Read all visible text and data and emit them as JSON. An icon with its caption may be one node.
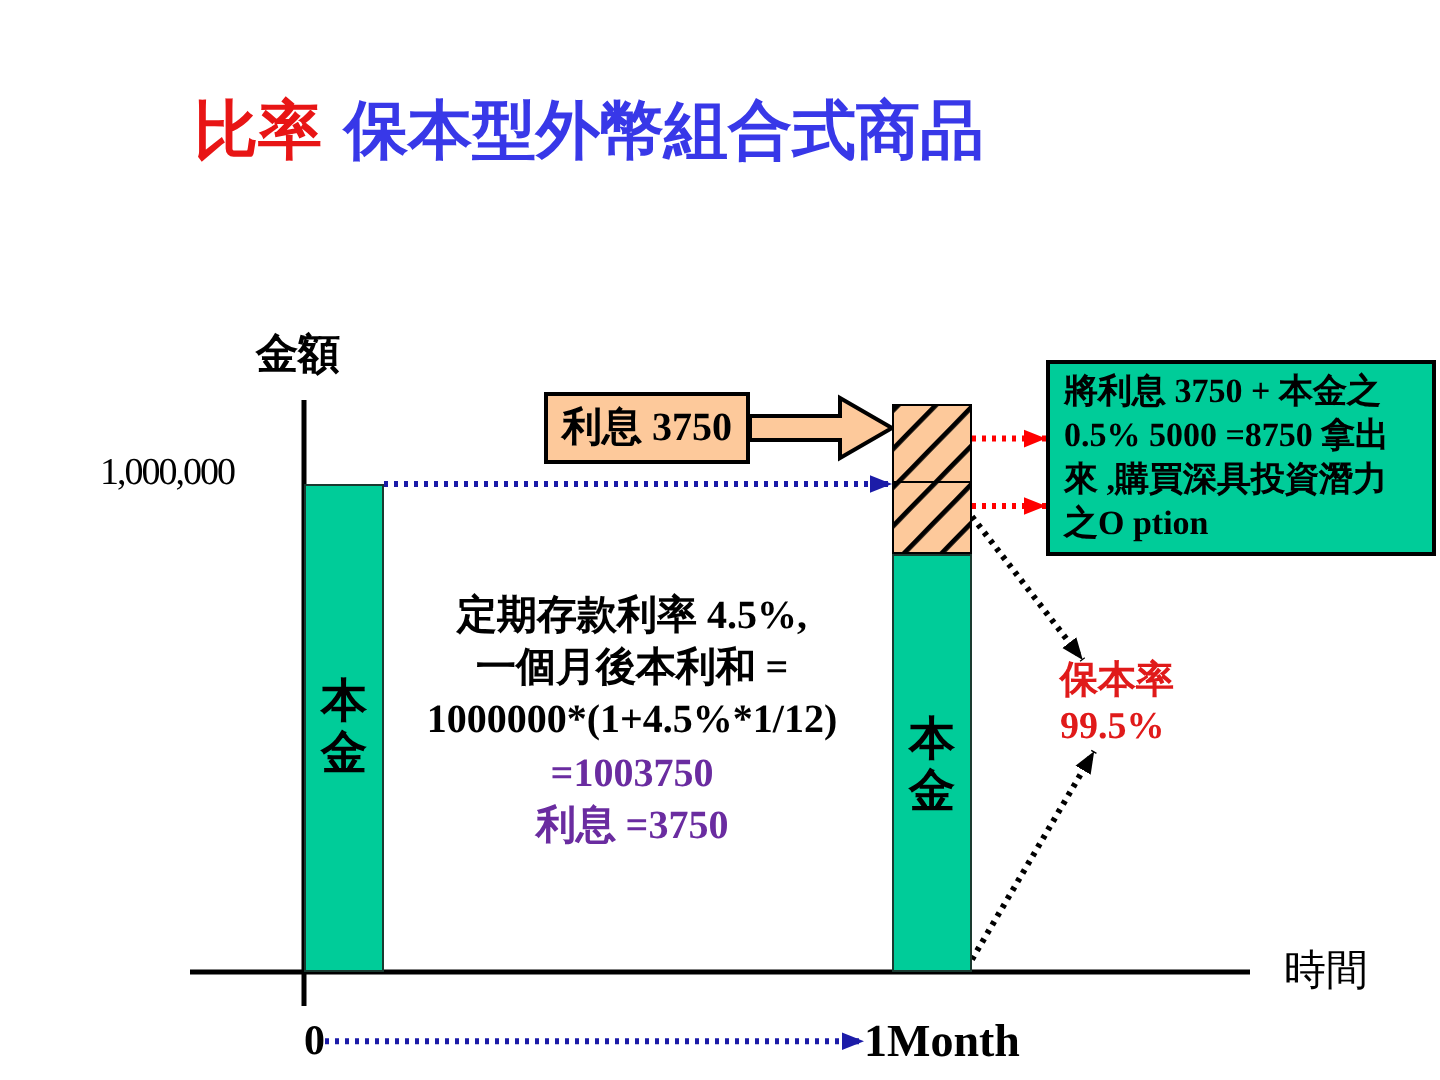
{
  "diagram": {
    "title": "比率 保本型外幣組合式商品",
    "nodes": [
      {
        "text": [
          "利息 3750"
        ]
      },
      {
        "text": [],
        "shape": "bar"
      },
      {
        "text": [
          "將利息 3750 + 本金之0.5% 5000 =8750 拿出來 ,購買深具投資潛力之O ption"
        ]
      },
      {
        "text": [
          "本金"
        ]
      },
      {
        "text": [
          "保本率 99.5%"
        ]
      },
      {
        "text": [
          "本金"
        ]
      },
      {
        "text": [
          "0"
        ]
      },
      {
        "text": [
          "1Month"
        ]
      }
    ],
    "edges": [
      {
        "from": 0,
        "to": 1,
        "arrow": "to",
        "style": "thick"
      },
      {
        "from": 3,
        "to": 1,
        "arrow": "to",
        "style": "dashed",
        "color": "#1c1ca8"
      },
      {
        "from": 1,
        "to": 2,
        "arrow": "to",
        "style": "dashed",
        "color": "#ff0000"
      },
      {
        "from": 1,
        "to": 2,
        "arrow": "to",
        "style": "dashed",
        "color": "#ff0000"
      },
      {
        "from": 1,
        "to": 4,
        "arrow": "to",
        "style": "dashed",
        "color": "#000000"
      },
      {
        "from": 5,
        "to": 4,
        "arrow": "to",
        "style": "dashed",
        "color": "#000000"
      },
      {
        "from": 6,
        "to": 7,
        "arrow": "to",
        "style": "dashed",
        "color": "#1c1ca8"
      }
    ],
    "labels": [
      "金額",
      "1,000,000",
      "定期存款利率 4.5%,",
      "一個月後本利和 =",
      "1000000*(1+4.5%*1/12)",
      "=1003750",
      "利息 =3750",
      "時間"
    ]
  }
}
